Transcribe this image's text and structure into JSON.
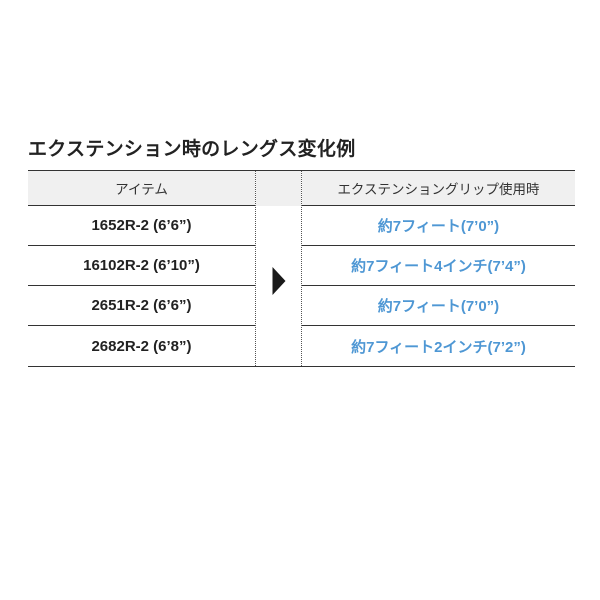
{
  "page": {
    "title": "エクステンション時のレングス変化例"
  },
  "table": {
    "headers": {
      "item": "アイテム",
      "extended": "エクステンショングリップ使用時"
    },
    "rows": [
      {
        "item": "1652R-2 (6’6”)",
        "extended": "約7フィート(7’0”)"
      },
      {
        "item": "16102R-2 (6’10”)",
        "extended": "約7フィート4インチ(7’4”)"
      },
      {
        "item": "2651R-2 (6’6”)",
        "extended": "約7フィート(7’0”)"
      },
      {
        "item": "2682R-2 (6’8”)",
        "extended": "約7フィート2インチ(7’2”)"
      }
    ],
    "icons": {
      "proceed_arrow": "right-filled-triangle"
    },
    "colors": {
      "accent_blue": "#4e97d4",
      "header_bg": "#f0f0f0",
      "border": "#333333",
      "text": "#222222"
    }
  }
}
